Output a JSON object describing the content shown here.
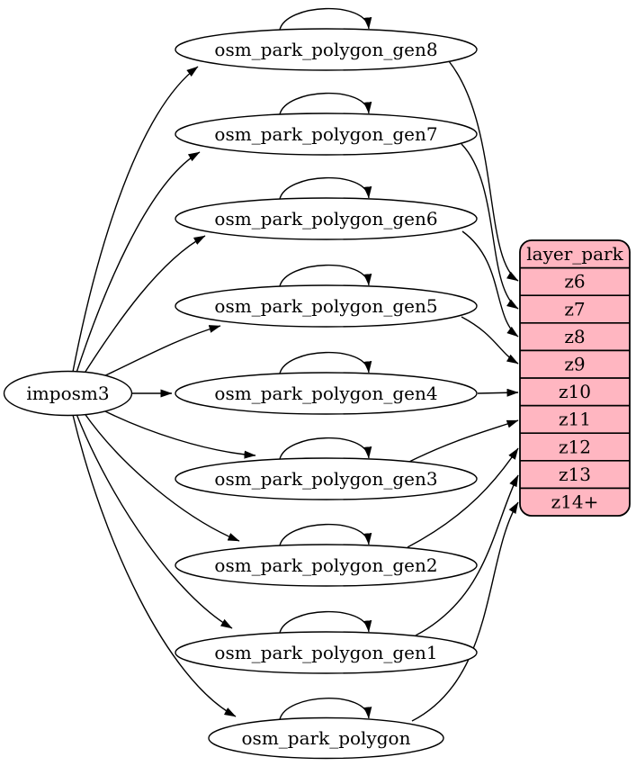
{
  "diagram": {
    "background_color": "#ffffff",
    "edge_color": "#000000",
    "node_fill_color": "#ffffff",
    "node_stroke_color": "#000000",
    "text_color": "#000000",
    "source_node": {
      "id": "imposm3",
      "label": "imposm3"
    },
    "table_nodes": [
      {
        "id": "osm_park_polygon_gen8",
        "label": "osm_park_polygon_gen8"
      },
      {
        "id": "osm_park_polygon_gen7",
        "label": "osm_park_polygon_gen7"
      },
      {
        "id": "osm_park_polygon_gen6",
        "label": "osm_park_polygon_gen6"
      },
      {
        "id": "osm_park_polygon_gen5",
        "label": "osm_park_polygon_gen5"
      },
      {
        "id": "osm_park_polygon_gen4",
        "label": "osm_park_polygon_gen4"
      },
      {
        "id": "osm_park_polygon_gen3",
        "label": "osm_park_polygon_gen3"
      },
      {
        "id": "osm_park_polygon_gen2",
        "label": "osm_park_polygon_gen2"
      },
      {
        "id": "osm_park_polygon_gen1",
        "label": "osm_park_polygon_gen1"
      },
      {
        "id": "osm_park_polygon",
        "label": "osm_park_polygon"
      }
    ],
    "layer_node": {
      "id": "layer_park",
      "title": "layer_park",
      "fill_color": "#ffb6c1",
      "rows": [
        "z6",
        "z7",
        "z8",
        "z9",
        "z10",
        "z11",
        "z12",
        "z13",
        "z14+"
      ]
    },
    "edges": {
      "from_source": [
        "osm_park_polygon_gen8",
        "osm_park_polygon_gen7",
        "osm_park_polygon_gen6",
        "osm_park_polygon_gen5",
        "osm_park_polygon_gen4",
        "osm_park_polygon_gen3",
        "osm_park_polygon_gen2",
        "osm_park_polygon_gen1",
        "osm_park_polygon"
      ],
      "self_loops": [
        "osm_park_polygon_gen8",
        "osm_park_polygon_gen7",
        "osm_park_polygon_gen6",
        "osm_park_polygon_gen5",
        "osm_park_polygon_gen4",
        "osm_park_polygon_gen3",
        "osm_park_polygon_gen2",
        "osm_park_polygon_gen1",
        "osm_park_polygon"
      ],
      "to_layer": [
        {
          "from": "osm_park_polygon_gen8",
          "row": "z6"
        },
        {
          "from": "osm_park_polygon_gen7",
          "row": "z7"
        },
        {
          "from": "osm_park_polygon_gen6",
          "row": "z8"
        },
        {
          "from": "osm_park_polygon_gen5",
          "row": "z9"
        },
        {
          "from": "osm_park_polygon_gen4",
          "row": "z10"
        },
        {
          "from": "osm_park_polygon_gen3",
          "row": "z11"
        },
        {
          "from": "osm_park_polygon_gen2",
          "row": "z12"
        },
        {
          "from": "osm_park_polygon_gen1",
          "row": "z13"
        },
        {
          "from": "osm_park_polygon",
          "row": "z14+"
        }
      ]
    }
  }
}
